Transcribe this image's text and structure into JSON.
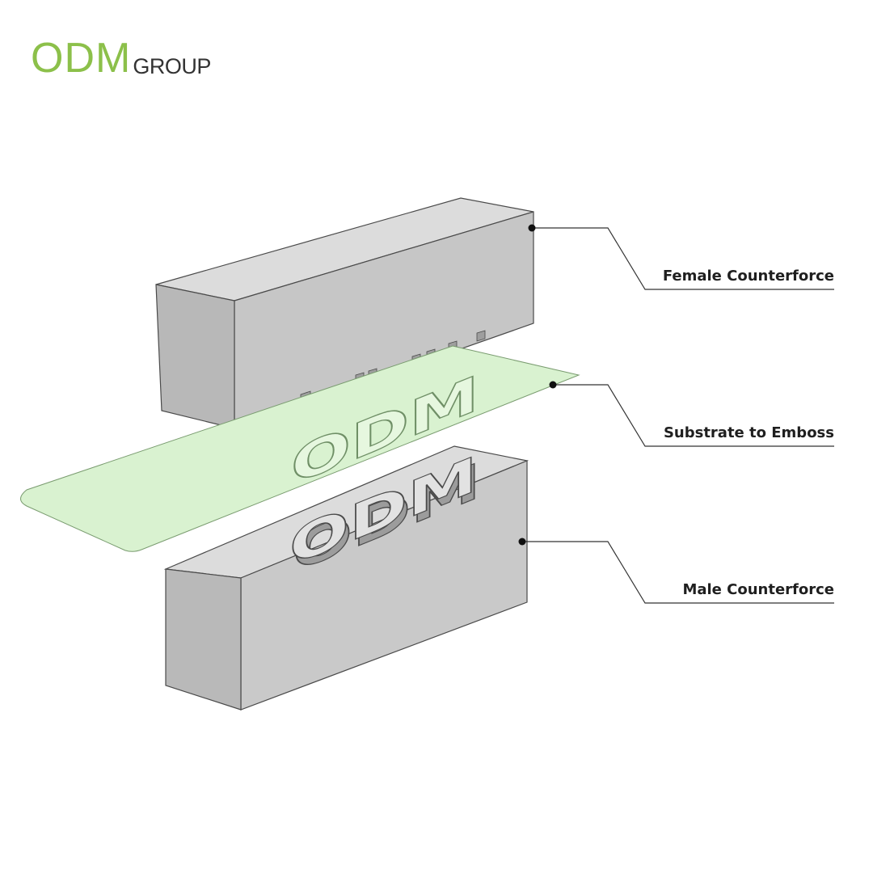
{
  "logo": {
    "brand": "ODM",
    "suffix": "GROUP",
    "brand_color": "#8cc04a",
    "suffix_color": "#333333"
  },
  "stamp_text": "ODM",
  "labels": {
    "female": "Female Counterforce",
    "substrate": "Substrate to Emboss",
    "male": "Male Counterforce"
  },
  "colors": {
    "block_front": "#c9c9c9",
    "block_top": "#dcdcdc",
    "block_side": "#b9b9b9",
    "substrate": "#d9f2d0",
    "outline": "#4a4a4a",
    "leader": "#333333"
  }
}
